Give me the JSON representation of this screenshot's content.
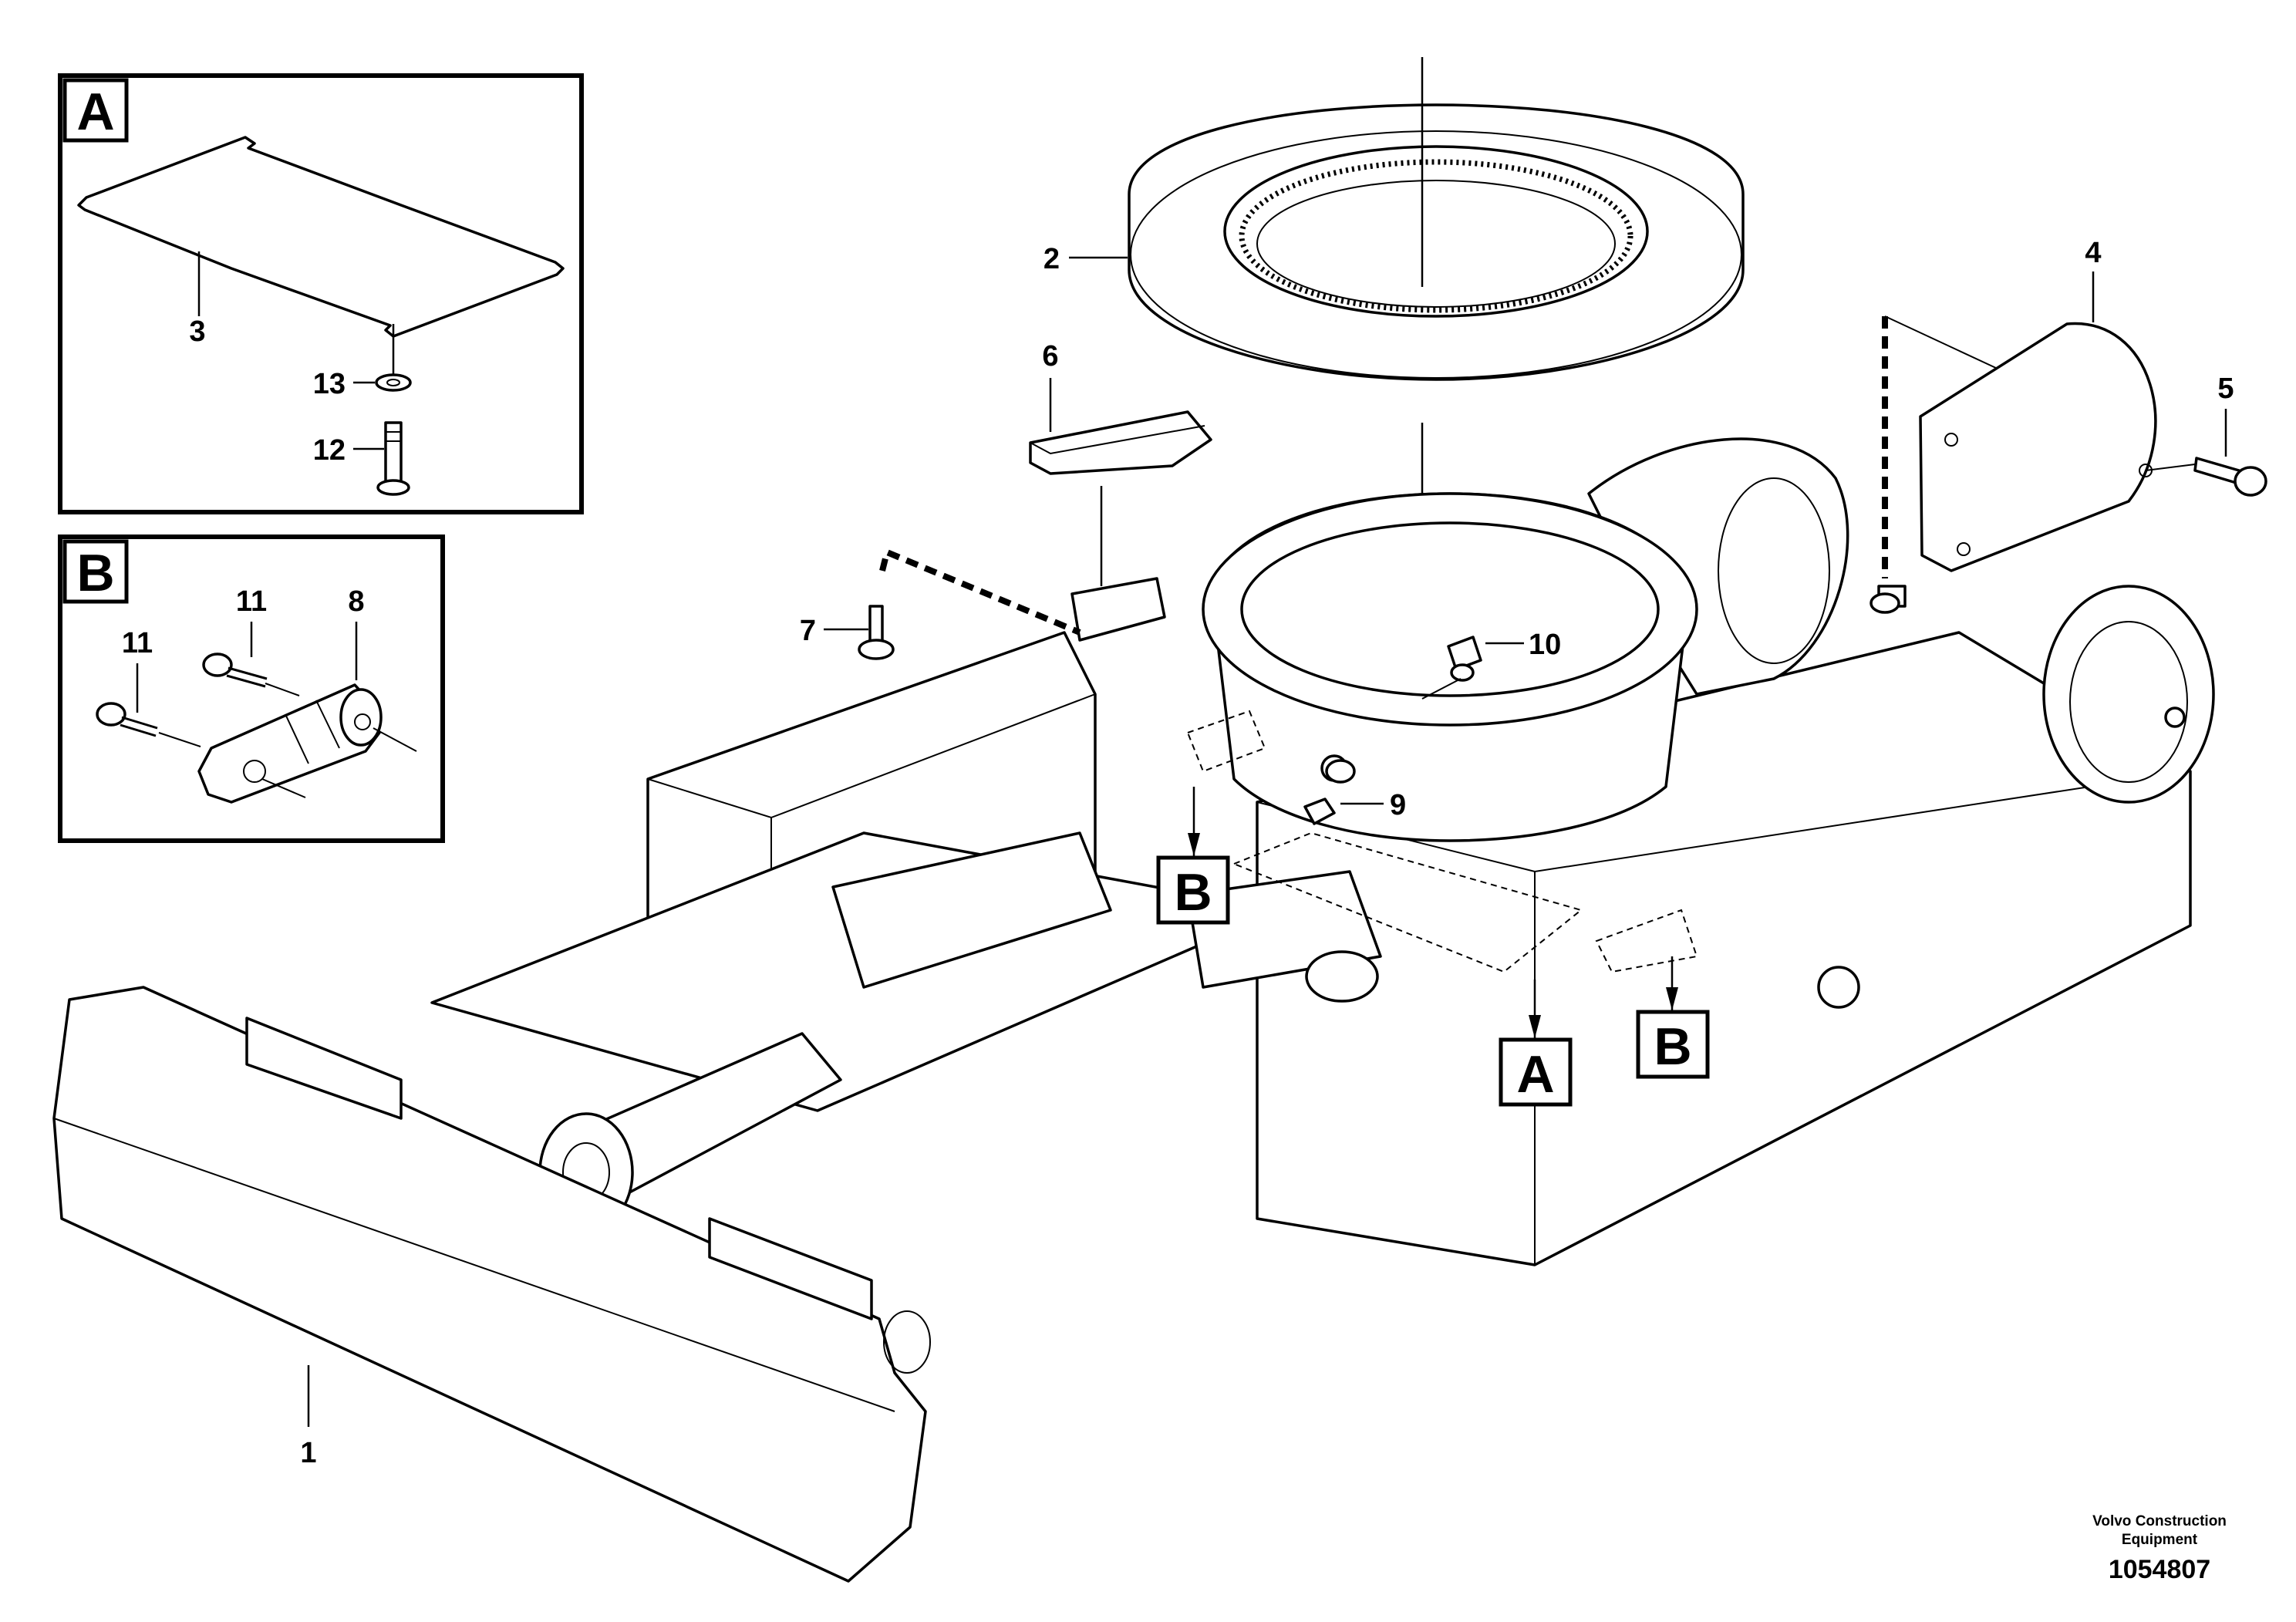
{
  "callouts": {
    "c1": "1",
    "c2": "2",
    "c3": "3",
    "c4": "4",
    "c5": "5",
    "c6": "6",
    "c7": "7",
    "c8": "8",
    "c9": "9",
    "c10": "10",
    "c11a": "11",
    "c11b": "11",
    "c12": "12",
    "c13": "13"
  },
  "detail_tags": {
    "inset_a": "A",
    "inset_b": "B",
    "ref_a": "A",
    "ref_b_left": "B",
    "ref_b_right": "B"
  },
  "footer": {
    "credit_line1": "Volvo Construction",
    "credit_line2": "Equipment",
    "part_number": "1054807"
  }
}
